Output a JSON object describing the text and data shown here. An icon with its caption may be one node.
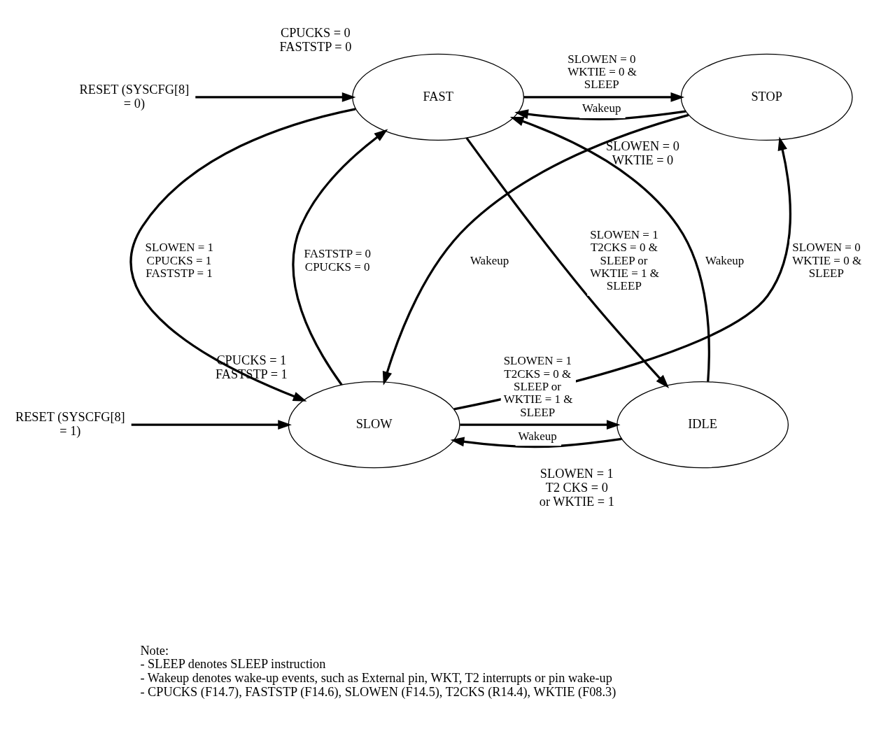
{
  "diagram": {
    "nodes": [
      {
        "text": [
          "FAST"
        ],
        "beside": [
          "CPUCKS = 0 FASTSTP = 0"
        ]
      },
      {
        "text": [
          "STOP"
        ],
        "beside": [
          "SLOWEN = 0 WKTIE = 0"
        ]
      },
      {
        "text": [
          "SLOW"
        ],
        "beside": [
          "CPUCKS = 1 FASTSTP = 1"
        ]
      },
      {
        "text": [
          "IDLE"
        ],
        "beside": [
          "SLOWEN = 1 T2 CKS = 0",
          "or WKTIE = 1"
        ]
      },
      {
        "text": [
          "RESET (SYSCFG[8] = 0)"
        ]
      },
      {
        "text": [
          "RESET (SYSCFG[8] = 1)"
        ]
      }
    ],
    "edges": [
      {
        "from": 4,
        "to": 0,
        "arrow": "to"
      },
      {
        "from": 5,
        "to": 2,
        "arrow": "to"
      },
      {
        "from": 0,
        "to": 1,
        "arrow": "to",
        "label": "SLOWEN = 0 WKTIE = 0 & SLEEP"
      },
      {
        "from": 1,
        "to": 0,
        "arrow": "to",
        "label": "Wakeup"
      },
      {
        "from": 0,
        "to": 2,
        "arrow": "to",
        "label": "SLOWEN = 1 CPUCKS = 1 FASTSTP = 1"
      },
      {
        "from": 2,
        "to": 0,
        "arrow": "to",
        "label": "FASTSTP = 0 CPUCKS = 0"
      },
      {
        "from": 1,
        "to": 2,
        "arrow": "to",
        "label": "Wakeup"
      },
      {
        "from": 2,
        "to": 1,
        "arrow": "to",
        "label": "SLOWEN = 0 WKTIE = 0 & SLEEP"
      },
      {
        "from": 0,
        "to": 3,
        "arrow": "to",
        "label": "SLOWEN = 1 T2CKS = 0 & SLEEP or WKTIE = 1 & SLEEP"
      },
      {
        "from": 3,
        "to": 0,
        "arrow": "to",
        "label": "Wakeup"
      },
      {
        "from": 3,
        "to": 2,
        "arrow": "to",
        "label": "Wakeup"
      },
      {
        "from": 2,
        "to": 3,
        "arrow": "to",
        "label": "SLOWEN = 1 T2CKS = 0 & SLEEP or WKTIE = 1 & SLEEP"
      }
    ],
    "labels": [
      "Note:",
      "- SLEEP denotes SLEEP instruction",
      "- Wakeup denotes wake-up events, such as External pin, WKT, T2 interrupts or pin wake-up",
      "- CPUCKS (F14.7), FASTSTP (F14.6), SLOWEN (F14.5), T2CKS (R14.4), WKTIE (F08.3)"
    ]
  }
}
